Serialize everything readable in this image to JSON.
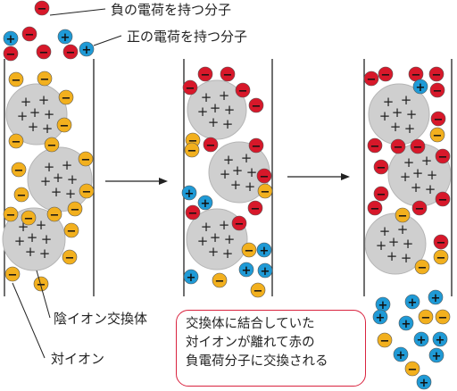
{
  "labels": {
    "negative_molecule": "負の電荷を持つ分子",
    "positive_molecule": "正の電荷を持つ分子",
    "anion_exchanger": "陰イオン交換体",
    "counter_ion": "対イオン"
  },
  "note": {
    "lines": [
      "交換体に結合していた",
      "対イオンが離れて赤の",
      "負電荷分子に交換される"
    ]
  },
  "symbols": {
    "plus": "+",
    "minus": "−"
  },
  "colors": {
    "negative": "#d7182a",
    "positive": "#1f9ad6",
    "counter_ion": "#f2b01e",
    "bead_fill": "#cfcfcf",
    "bead_stroke": "#b5b5b5",
    "note_border": "#d9233f"
  }
}
